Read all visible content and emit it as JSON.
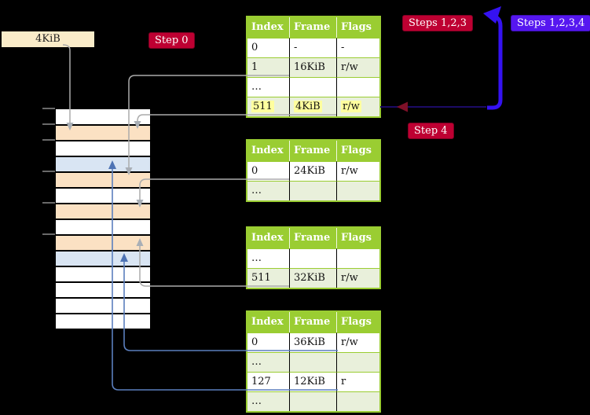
{
  "colors": {
    "header_green": "#9ACD32",
    "row_green": "#E9F0DB",
    "wheat": "#FBE1C3",
    "blue_row": "#D9E5F3",
    "cream": "#FAECC9",
    "badge_red": "#BE0032",
    "badge_red_border": "#7D0022",
    "badge_violet": "#5617F0",
    "badge_violet_border": "#3B0FB0",
    "arrow_blue": "#3512F2",
    "arrow_navy": "#1C0B66",
    "arrow_darkred": "#7E1028",
    "steel_blue": "#5B7FBE",
    "line_gray": "#ABABAB",
    "tick_gray": "#8C8C8C"
  },
  "labels": {
    "memory_size": "4KiB",
    "step0": "Step 0",
    "steps123": "Steps 1,2,3",
    "steps1234": "Steps 1,2,3,4",
    "step4": "Step 4"
  },
  "columns": [
    "Index",
    "Frame",
    "Flags"
  ],
  "tables": [
    {
      "rows": [
        [
          "0",
          "-",
          "-"
        ],
        [
          "1",
          "16KiB",
          "r/w"
        ],
        [
          "…",
          "",
          ""
        ],
        [
          "511",
          "4KiB",
          "r/w"
        ]
      ],
      "highlight_row": 3
    },
    {
      "rows": [
        [
          "0",
          "24KiB",
          "r/w"
        ],
        [
          "…",
          "",
          ""
        ]
      ],
      "highlight_row": -1
    },
    {
      "rows": [
        [
          "…",
          "",
          ""
        ],
        [
          "511",
          "32KiB",
          "r/w"
        ]
      ],
      "highlight_row": -1
    },
    {
      "rows": [
        [
          "0",
          "36KiB",
          "r/w"
        ],
        [
          "…",
          "",
          ""
        ],
        [
          "127",
          "12KiB",
          "r"
        ],
        [
          "…",
          "",
          ""
        ]
      ],
      "highlight_row": -1
    }
  ],
  "memory_rows": [
    "white",
    "wheat",
    "white",
    "blue",
    "wheat",
    "white",
    "wheat",
    "white",
    "wheat",
    "blue",
    "white",
    "white",
    "white",
    "white"
  ]
}
